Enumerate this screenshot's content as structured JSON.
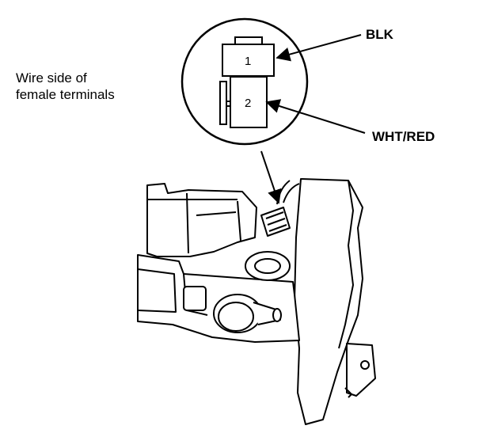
{
  "labels": {
    "wire_side_line1": "Wire side of",
    "wire_side_line2": "female terminals",
    "blk": "BLK",
    "wht_red": "WHT/RED"
  },
  "connector": {
    "pin_1": "1",
    "pin_2": "2"
  }
}
